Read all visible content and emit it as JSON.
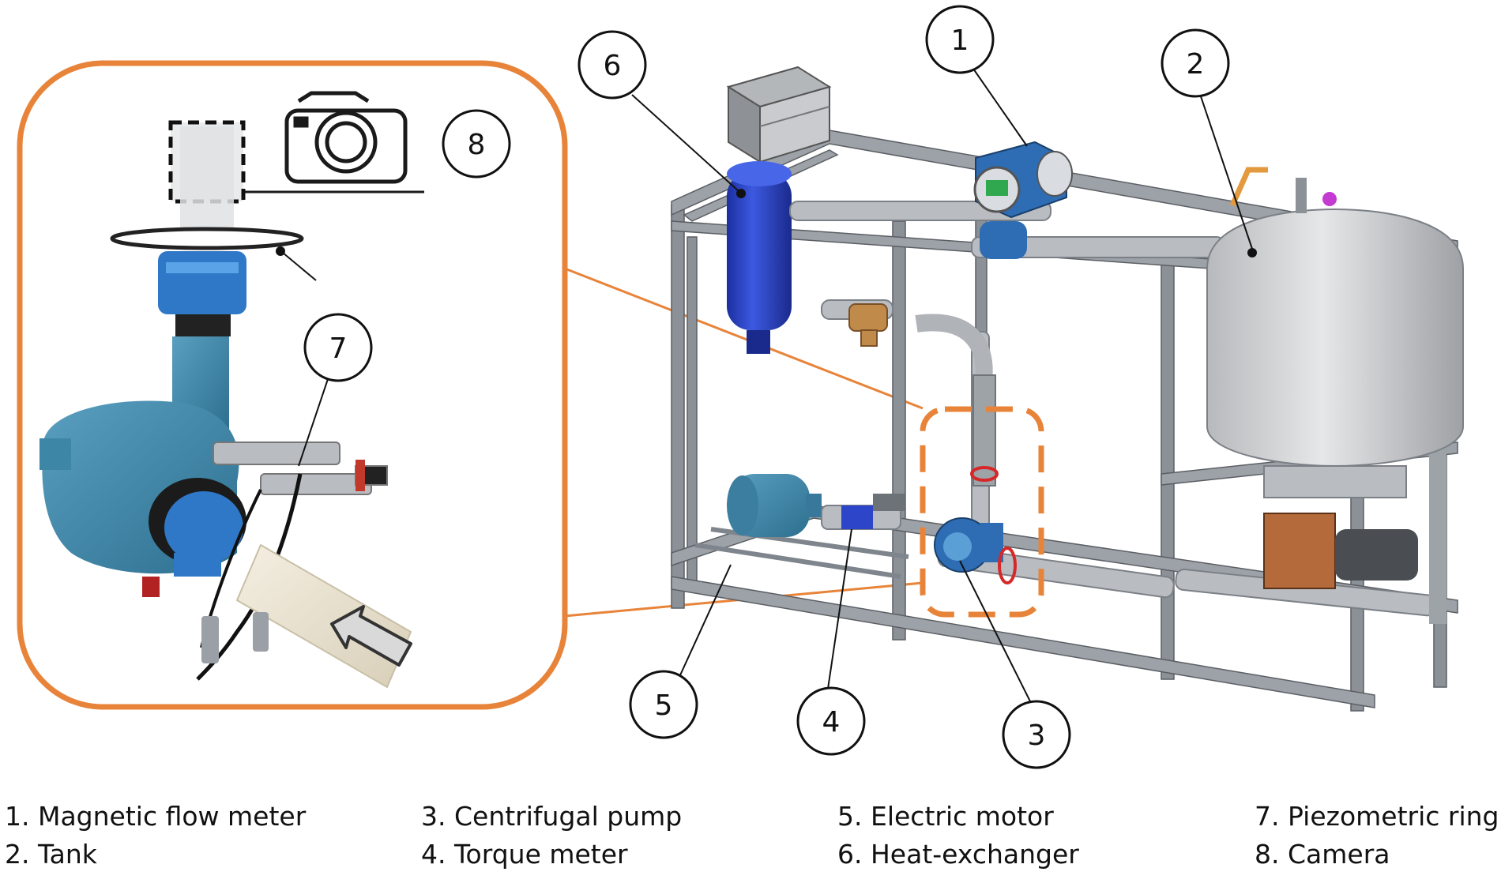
{
  "callouts": [
    {
      "number": "1"
    },
    {
      "number": "2"
    },
    {
      "number": "3"
    },
    {
      "number": "4"
    },
    {
      "number": "5"
    },
    {
      "number": "6"
    },
    {
      "number": "7"
    },
    {
      "number": "8"
    }
  ],
  "legend": {
    "col1": [
      "1. Magnetic flow meter",
      "2. Tank"
    ],
    "col2": [
      "3. Centrifugal pump",
      "4. Torque meter"
    ],
    "col3": [
      "5. Electric motor",
      "6. Heat-exchanger"
    ],
    "col4": [
      "7. Piezometric ring",
      "8. Camera"
    ]
  },
  "colors": {
    "accent_orange": "#E8843A",
    "frame_gray": "#8C9198",
    "pipe_gray": "#B9BDC2",
    "pump_blue": "#2E6DB4",
    "tank_gray": "#C9CACC",
    "exchanger_blue": "#2D45C8"
  },
  "icons": [
    "camera-icon",
    "flow-arrow-icon"
  ]
}
